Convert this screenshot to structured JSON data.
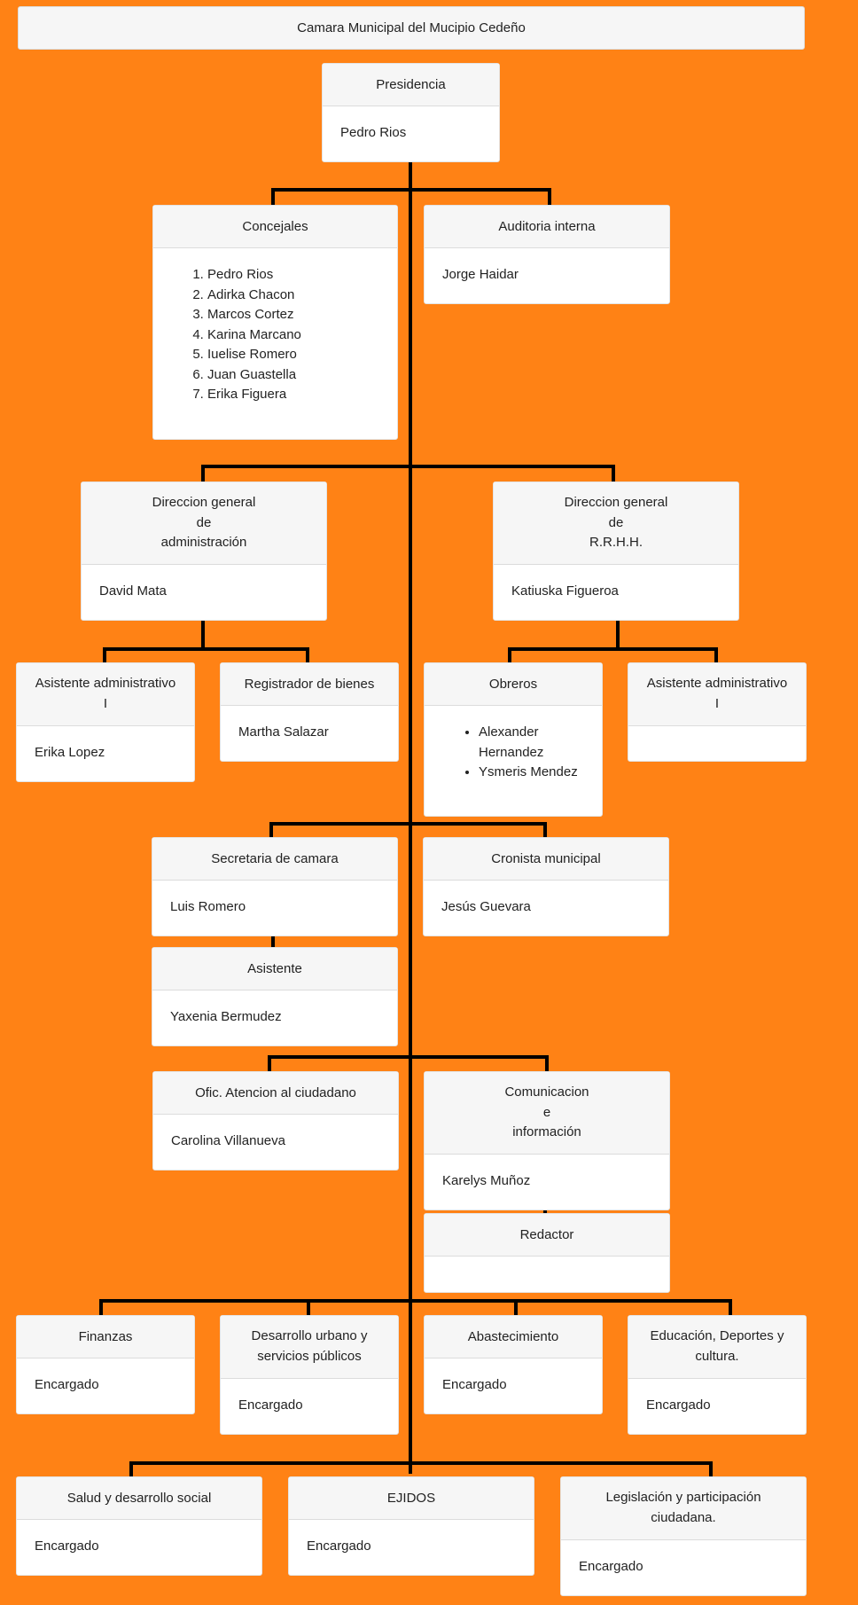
{
  "title": "Camara Municipal del Mucipio Cedeño",
  "presidencia": {
    "header": "Presidencia",
    "name": "Pedro Rios"
  },
  "concejales": {
    "header": "Concejales",
    "members": [
      "Pedro Rios",
      "Adirka Chacon",
      "Marcos Cortez",
      "Karina Marcano",
      "Iuelise Romero",
      "Juan Guastella",
      "Erika Figuera"
    ]
  },
  "auditoria": {
    "header": "Auditoria interna",
    "name": "Jorge Haidar"
  },
  "dir_admin": {
    "header": [
      "Direccion general",
      "de",
      "administración"
    ],
    "name": "David Mata"
  },
  "dir_rrhh": {
    "header": [
      "Direccion general",
      "de",
      "R.R.H.H."
    ],
    "name": "Katiuska Figueroa"
  },
  "asist_admin_1": {
    "header": [
      "Asistente administrativo",
      "I"
    ],
    "name": "Erika Lopez"
  },
  "registrador": {
    "header": "Registrador de bienes",
    "name": "Martha Salazar"
  },
  "obreros": {
    "header": "Obreros",
    "members": [
      "Alexander Hernandez",
      "Ysmeris Mendez"
    ]
  },
  "asist_admin_2": {
    "header": [
      "Asistente administrativo",
      "I"
    ],
    "name": ""
  },
  "secretaria": {
    "header": "Secretaria de camara",
    "name": "Luis Romero"
  },
  "cronista": {
    "header": "Cronista municipal",
    "name": "Jesús Guevara"
  },
  "asistente": {
    "header": "Asistente",
    "name": "Yaxenia Bermudez"
  },
  "atencion": {
    "header": "Ofic. Atencion al ciudadano",
    "name": "Carolina Villanueva"
  },
  "comunicacion": {
    "header": [
      "Comunicacion",
      "e",
      "información"
    ],
    "name": "Karelys Muñoz"
  },
  "redactor": {
    "header": "Redactor",
    "name": ""
  },
  "finanzas": {
    "header": "Finanzas",
    "name": "Encargado"
  },
  "desarrollo": {
    "header": [
      "Desarrollo urbano y",
      "servicios públicos"
    ],
    "name": "Encargado"
  },
  "abastecimiento": {
    "header": "Abastecimiento",
    "name": "Encargado"
  },
  "educacion": {
    "header": [
      "Educación, Deportes y",
      "cultura."
    ],
    "name": "Encargado"
  },
  "salud": {
    "header": "Salud y desarrollo social",
    "name": "Encargado"
  },
  "ejidos": {
    "header": "EJIDOS",
    "name": "Encargado"
  },
  "legislacion": {
    "header": [
      "Legislación y participación",
      "ciudadana."
    ],
    "name": "Encargado"
  }
}
